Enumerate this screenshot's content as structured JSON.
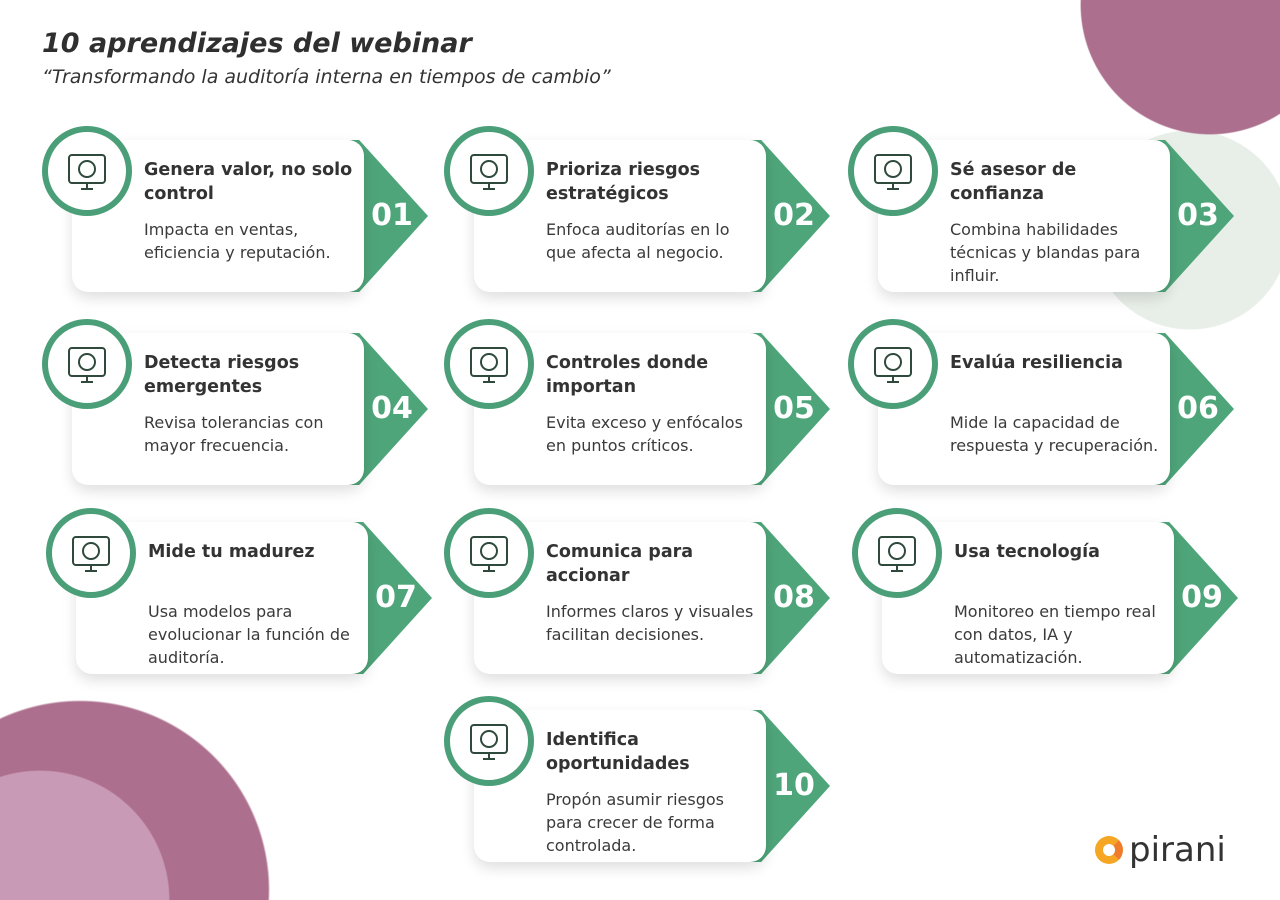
{
  "header": {
    "title": "10 aprendizajes del webinar",
    "subtitle": "“Transformando la auditoría interna en tiempos de cambio”"
  },
  "items": [
    {
      "num": "01",
      "title": "Genera valor, no solo control",
      "desc": "Impacta en ventas, eficiencia y reputación.",
      "icon": "hands-star-icon"
    },
    {
      "num": "02",
      "title": "Prioriza riesgos estratégicos",
      "desc": "Enfoca auditorías en lo que afecta al negocio.",
      "icon": "presentation-chart-icon"
    },
    {
      "num": "03",
      "title": "Sé asesor de confianza",
      "desc": "Combina habilidades técnicas y blandas para influir.",
      "icon": "advisor-icon"
    },
    {
      "num": "04",
      "title": "Detecta riesgos emergentes",
      "desc": "Revisa tolerancias con mayor frecuencia.",
      "icon": "magnifier-warning-icon"
    },
    {
      "num": "05",
      "title": "Controles donde importan",
      "desc": "Evita exceso y enfócalos en puntos críticos.",
      "icon": "sliders-icon"
    },
    {
      "num": "06",
      "title": "Evalúa resiliencia",
      "desc": "Mide la capacidad de respuesta y recuperación.",
      "icon": "gear-hand-icon"
    },
    {
      "num": "07",
      "title": "Mide tu madurez",
      "desc": "Usa modelos para evolucionar la función de auditoría.",
      "icon": "gauge-warning-icon"
    },
    {
      "num": "08",
      "title": "Comunica para accionar",
      "desc": "Informes claros y visuales facilitan decisiones.",
      "icon": "report-pie-icon"
    },
    {
      "num": "09",
      "title": "Usa tecnología",
      "desc": "Monitoreo en tiempo real con datos, IA y automatización.",
      "icon": "monitor-check-icon"
    },
    {
      "num": "10",
      "title": "Identifica oportunidades",
      "desc": "Propón asumir riesgos para crecer de forma controlada.",
      "icon": "growth-chart-icon"
    }
  ],
  "brand": {
    "name": "pirani",
    "accent": "#4fa57a"
  }
}
